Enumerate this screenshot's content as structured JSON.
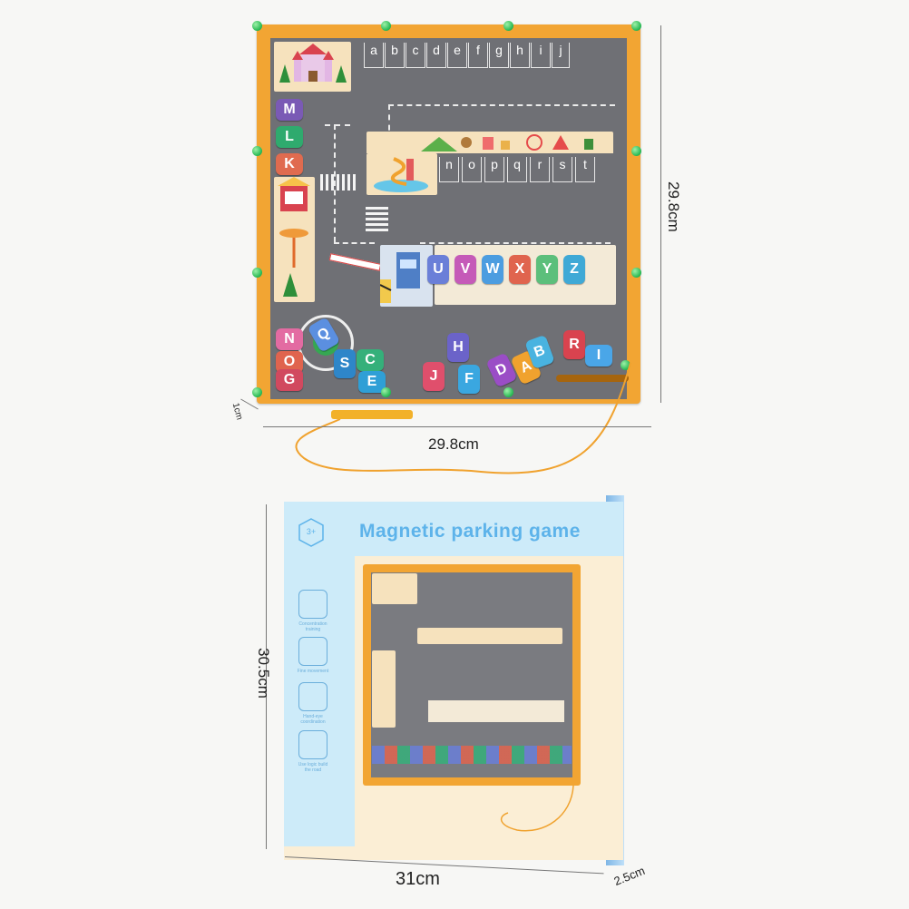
{
  "dimensions": {
    "top_height": "29.8cm",
    "top_width": "29.8cm",
    "top_thickness": "1cm",
    "box_height": "30.5cm",
    "box_width": "31cm",
    "box_depth": "2.5cm"
  },
  "board": {
    "row1_letters": [
      "a",
      "b",
      "c",
      "d",
      "e",
      "f",
      "g",
      "h",
      "i",
      "j"
    ],
    "row2_letters": [
      "n",
      "o",
      "p",
      "q",
      "r",
      "s",
      "t"
    ],
    "row3_letters": [
      "U",
      "V",
      "W",
      "X",
      "Y",
      "Z"
    ],
    "side_letters": [
      "M",
      "L",
      "K"
    ],
    "corner_letters": [
      "N",
      "O",
      "G"
    ],
    "loose_letters": [
      "Q",
      "S",
      "C",
      "E",
      "H",
      "J",
      "F",
      "D",
      "A",
      "B",
      "R",
      "I"
    ]
  },
  "box": {
    "title": "Magnetic parking game",
    "age": "3+",
    "features": [
      "Concentration training",
      "Fine movement",
      "Hand-eye coordination",
      "Use logic build the road"
    ]
  },
  "colors": {
    "frame": "#f2a533",
    "road": "#6f7075",
    "peg": "#2cbb57",
    "box_blue": "#cdebf9",
    "title_blue": "#5db3ea"
  }
}
